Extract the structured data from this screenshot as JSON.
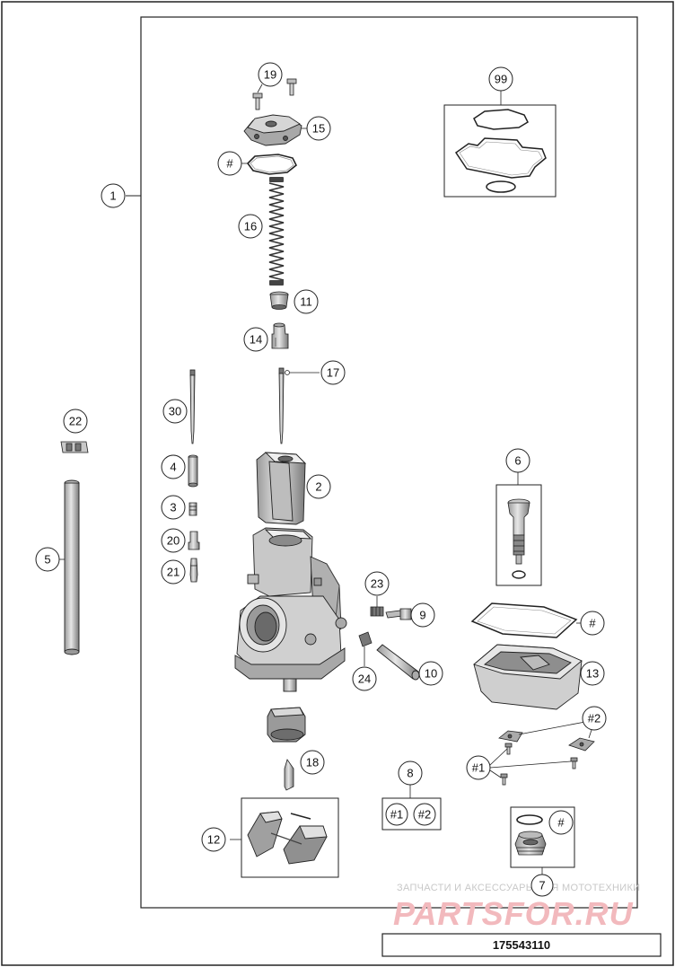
{
  "callouts": {
    "c1": "1",
    "c2": "2",
    "c3": "3",
    "c4": "4",
    "c5": "5",
    "c6": "6",
    "c7": "7",
    "c8": "8",
    "c9": "9",
    "c10": "10",
    "c11": "11",
    "c12": "12",
    "c13": "13",
    "c14": "14",
    "c15": "15",
    "c16": "16",
    "c17": "17",
    "c18": "18",
    "c19": "19",
    "c20": "20",
    "c21": "21",
    "c22": "22",
    "c23": "23",
    "c24": "24",
    "c30": "30",
    "c99": "99",
    "hash_gasket_top": "#",
    "hash_float_bowl": "#",
    "hash_drain_plug": "#",
    "hash2_clips": "#2",
    "hash1_screws": "#1",
    "kit_hash1": "#1",
    "kit_hash2": "#2"
  },
  "watermark": {
    "line1": "ЗАПЧАСТИ И АКСЕССУАРЫ ДЛЯ МОТОТЕХНИКИ",
    "line2": "PARTSFOR.RU"
  },
  "footer": {
    "part_number": "175543110"
  },
  "colors": {
    "line": "#1a1a1a",
    "part_fill": "#d9d9d9",
    "part_dark": "#8c8c8c",
    "watermark_text": "#f2b9bd"
  }
}
